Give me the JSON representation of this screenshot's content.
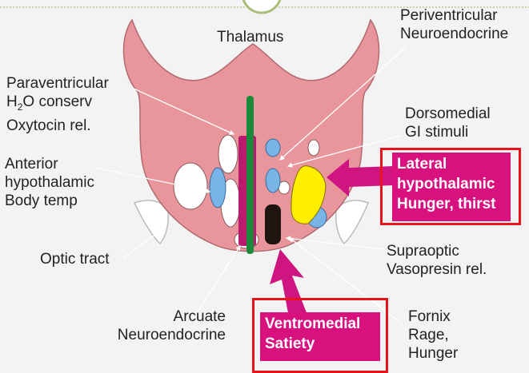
{
  "labels": {
    "thalamus": "Thalamus",
    "periventricular": [
      "Periventricular",
      "Neuroendocrine"
    ],
    "paraventricular": [
      "Paraventricular",
      "H",
      "2",
      "O conserv",
      "Oxytocin rel."
    ],
    "dorsomedial": [
      "Dorsomedial",
      "GI stimuli"
    ],
    "anterior": [
      "Anterior",
      "hypothalamic",
      "Body temp"
    ],
    "lateral": [
      "Lateral",
      "hypothalamic",
      "Hunger, thirst"
    ],
    "optic_tract": "Optic tract",
    "supraoptic": [
      "Supraoptic",
      "Vasopresin rel."
    ],
    "arcuate": [
      "Arcuate",
      "Neuroendocrine"
    ],
    "ventromedial": [
      "Ventromedial",
      "Satiety"
    ],
    "fornix": [
      "Fornix",
      "Rage,",
      "Hunger"
    ]
  },
  "colors": {
    "tissue": "#e8969c",
    "nucleus_blue": "#78b4e6",
    "lateral_yellow": "#ffee00",
    "fornix_black": "#201410",
    "ventricle_magenta": "#b81a6e",
    "tract_green": "#1a8a3a",
    "highlight_box": "#d9117f",
    "frame_red": "#e8141c"
  }
}
